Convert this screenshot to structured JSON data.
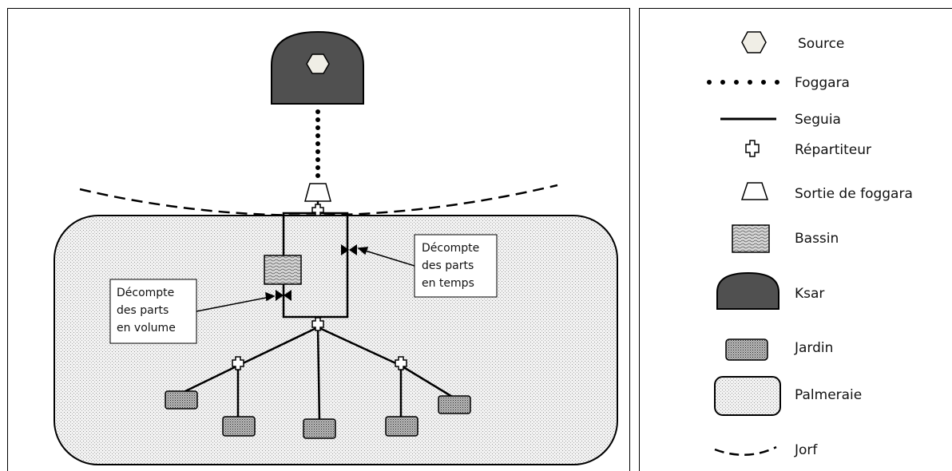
{
  "diagram": {
    "annotations": {
      "temps": [
        "Décompte",
        "des parts",
        "en temps"
      ],
      "volume": [
        "Décompte",
        "des parts",
        "en volume"
      ]
    }
  },
  "legend": {
    "items": [
      {
        "icon": "source-icon",
        "label": "Source"
      },
      {
        "icon": "foggara-icon",
        "label": "Foggara"
      },
      {
        "icon": "seguia-icon",
        "label": "Seguia"
      },
      {
        "icon": "repartiteur-icon",
        "label": "Répartiteur"
      },
      {
        "icon": "sortie-de-foggara-icon",
        "label": "Sortie de foggara"
      },
      {
        "icon": "bassin-icon",
        "label": "Bassin"
      },
      {
        "icon": "ksar-icon",
        "label": "Ksar"
      },
      {
        "icon": "jardin-icon",
        "label": "Jardin"
      },
      {
        "icon": "palmeraie-icon",
        "label": "Palmeraie"
      },
      {
        "icon": "jorf-icon",
        "label": "Jorf"
      }
    ]
  }
}
